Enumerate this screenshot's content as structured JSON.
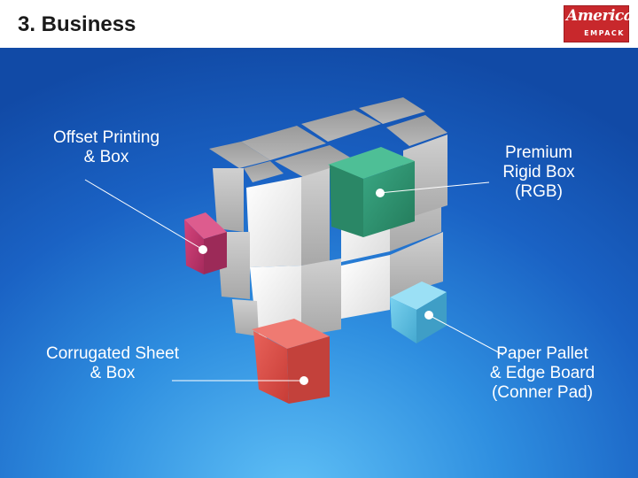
{
  "header": {
    "title": "3. Business"
  },
  "logo": {
    "main": "America",
    "sub": "EMPACK",
    "bg": "#c8282c"
  },
  "labels": {
    "offset": [
      "Offset Printing",
      "& Box"
    ],
    "corrugated": [
      "Corrugated Sheet",
      "& Box"
    ],
    "premium": [
      "Premium",
      "Rigid Box",
      "(RGB)"
    ],
    "pallet": [
      "Paper Pallet",
      "& Edge Board",
      "(Conner Pad)"
    ]
  },
  "colors": {
    "background": "#2f8fe0",
    "cube_gray": "#d9d9d9",
    "green_cube": "#2f9a73",
    "magenta_cube": "#c4346e",
    "red_cube": "#d8504a",
    "cyan_cube": "#5fc3e8"
  }
}
